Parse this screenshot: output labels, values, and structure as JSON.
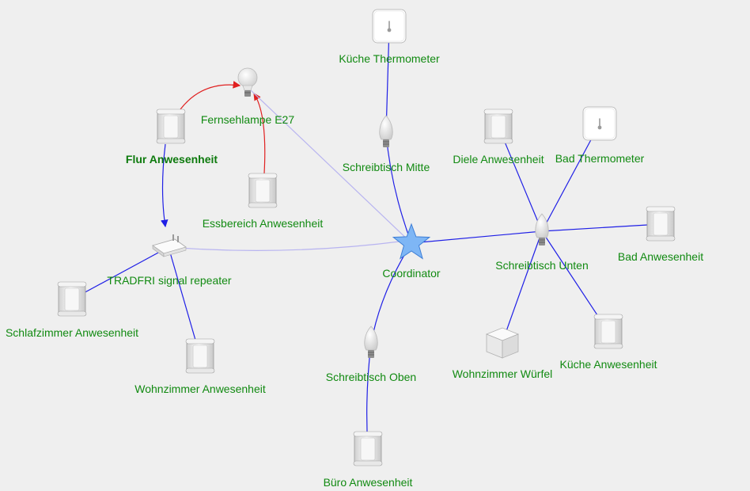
{
  "diagram": {
    "colors": {
      "background": "#efefef",
      "label": "#118a11",
      "link_parent": "#1f1fe6",
      "link_route": "#e02020",
      "link_weak": "#b8b4f0",
      "coordinator": "#7eb6f5"
    },
    "nodes": [
      {
        "id": "coordinator",
        "label": "Coordinator",
        "kind": "star-icon"
      },
      {
        "id": "kueche-thermometer",
        "label": "Küche Thermometer",
        "kind": "thermometer-icon"
      },
      {
        "id": "schreibtisch-mitte",
        "label": "Schreibtisch Mitte",
        "kind": "bulb-icon"
      },
      {
        "id": "fernsehlampe",
        "label": "Fernsehlampe E27",
        "kind": "e27-bulb-icon"
      },
      {
        "id": "flur",
        "label": "Flur Anwesenheit",
        "kind": "motion-sensor-icon",
        "bold": true
      },
      {
        "id": "essbereich",
        "label": "Essbereich Anwesenheit",
        "kind": "motion-sensor-icon"
      },
      {
        "id": "tradfri",
        "label": "TRADFRI signal repeater",
        "kind": "repeater-icon"
      },
      {
        "id": "schlafzimmer",
        "label": "Schlafzimmer Anwesenheit",
        "kind": "motion-sensor-icon"
      },
      {
        "id": "wohnzimmer",
        "label": "Wohnzimmer Anwesenheit",
        "kind": "motion-sensor-icon"
      },
      {
        "id": "schreibtisch-oben",
        "label": "Schreibtisch Oben",
        "kind": "bulb-icon"
      },
      {
        "id": "buero",
        "label": "Büro Anwesenheit",
        "kind": "motion-sensor-icon"
      },
      {
        "id": "diele",
        "label": "Diele Anwesenheit",
        "kind": "motion-sensor-icon"
      },
      {
        "id": "bad-thermometer",
        "label": "Bad Thermometer",
        "kind": "thermometer-icon"
      },
      {
        "id": "schreibtisch-unten",
        "label": "Schreibtisch Unten",
        "kind": "bulb-icon"
      },
      {
        "id": "bad",
        "label": "Bad Anwesenheit",
        "kind": "motion-sensor-icon"
      },
      {
        "id": "wohnzimmer-wuerfel",
        "label": "Wohnzimmer Würfel",
        "kind": "cube-icon"
      },
      {
        "id": "kueche",
        "label": "Küche Anwesenheit",
        "kind": "motion-sensor-icon"
      }
    ],
    "links": [
      {
        "from": "kueche-thermometer",
        "to": "schreibtisch-mitte",
        "type": "parent"
      },
      {
        "from": "schreibtisch-mitte",
        "to": "coordinator",
        "type": "parent"
      },
      {
        "from": "schreibtisch-oben",
        "to": "coordinator",
        "type": "parent"
      },
      {
        "from": "buero",
        "to": "schreibtisch-oben",
        "type": "parent"
      },
      {
        "from": "schreibtisch-unten",
        "to": "coordinator",
        "type": "parent"
      },
      {
        "from": "diele",
        "to": "schreibtisch-unten",
        "type": "parent"
      },
      {
        "from": "bad-thermometer",
        "to": "schreibtisch-unten",
        "type": "parent"
      },
      {
        "from": "bad",
        "to": "schreibtisch-unten",
        "type": "parent"
      },
      {
        "from": "wohnzimmer-wuerfel",
        "to": "schreibtisch-unten",
        "type": "parent"
      },
      {
        "from": "kueche",
        "to": "schreibtisch-unten",
        "type": "parent"
      },
      {
        "from": "flur",
        "to": "tradfri",
        "type": "parent"
      },
      {
        "from": "schlafzimmer",
        "to": "tradfri",
        "type": "parent"
      },
      {
        "from": "wohnzimmer",
        "to": "tradfri",
        "type": "parent"
      },
      {
        "from": "flur",
        "to": "fernsehlampe",
        "type": "route"
      },
      {
        "from": "essbereich",
        "to": "fernsehlampe",
        "type": "route"
      },
      {
        "from": "tradfri",
        "to": "coordinator",
        "type": "weak"
      },
      {
        "from": "fernsehlampe",
        "to": "coordinator",
        "type": "weak"
      }
    ]
  }
}
